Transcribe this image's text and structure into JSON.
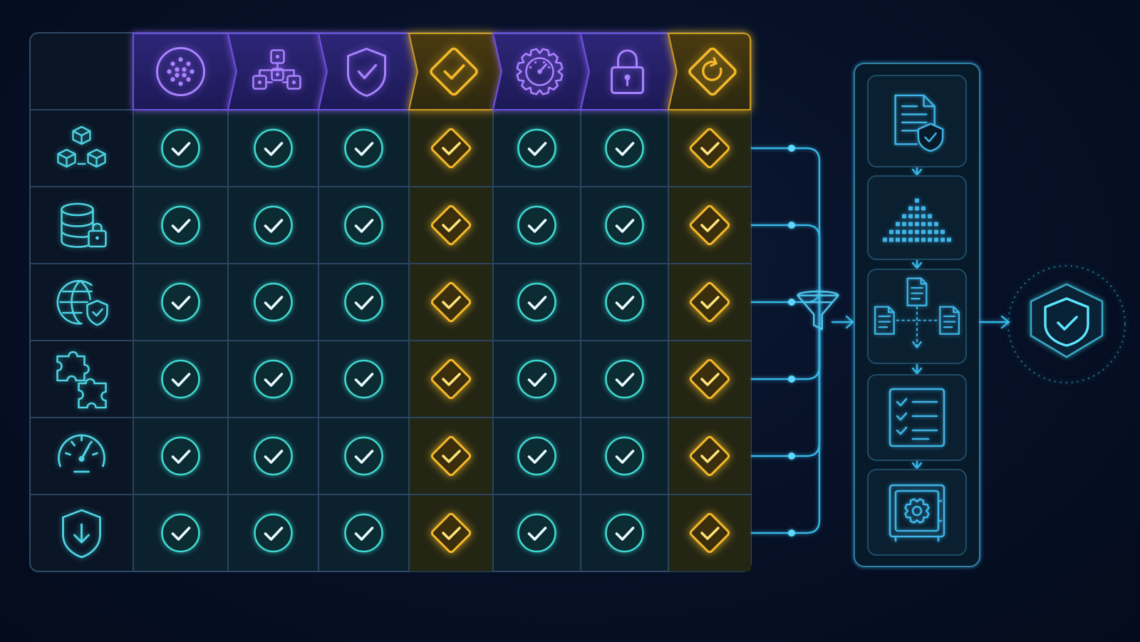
{
  "colors": {
    "background": "#061026",
    "grid_border": "#2b4a66",
    "header_purple": "#2a2470",
    "header_purple_stroke": "#8f6bff",
    "gold": "#f4b82a",
    "gold_fill": "#3a3410",
    "teal": "#3fd8d0",
    "teal_fill": "#0b2a33",
    "pipeline_blue": "#34b8e8"
  },
  "matrix": {
    "columns": [
      {
        "icon": "network-nodes-icon",
        "variant": "standard"
      },
      {
        "icon": "hierarchy-diagram-icon",
        "variant": "standard"
      },
      {
        "icon": "shield-check-icon",
        "variant": "standard"
      },
      {
        "icon": "diamond-check-icon",
        "variant": "highlight"
      },
      {
        "icon": "gear-gauge-icon",
        "variant": "standard"
      },
      {
        "icon": "padlock-icon",
        "variant": "standard"
      },
      {
        "icon": "diamond-refresh-icon",
        "variant": "highlight"
      }
    ],
    "rows": [
      {
        "icon": "cubes-icon"
      },
      {
        "icon": "database-lock-icon"
      },
      {
        "icon": "globe-shield-icon"
      },
      {
        "icon": "puzzle-pieces-icon"
      },
      {
        "icon": "speedometer-icon"
      },
      {
        "icon": "shield-download-icon"
      }
    ],
    "cells": [
      [
        "check",
        "check",
        "check",
        "check",
        "check",
        "check",
        "check"
      ],
      [
        "check",
        "check",
        "check",
        "check",
        "check",
        "check",
        "check"
      ],
      [
        "check",
        "check",
        "check",
        "check",
        "check",
        "check",
        "check"
      ],
      [
        "check",
        "check",
        "check",
        "check",
        "check",
        "check",
        "check"
      ],
      [
        "check",
        "check",
        "check",
        "check",
        "check",
        "check",
        "check"
      ],
      [
        "check",
        "check",
        "check",
        "check",
        "check",
        "check",
        "check"
      ]
    ]
  },
  "connector": {
    "icon": "funnel-icon"
  },
  "pipeline": {
    "stages": [
      {
        "icon": "document-shield-icon"
      },
      {
        "icon": "dot-pyramid-icon"
      },
      {
        "icon": "document-split-icon"
      },
      {
        "icon": "checklist-icon"
      },
      {
        "icon": "vault-gear-icon"
      }
    ]
  },
  "result": {
    "icon": "shield-check-badge-icon"
  }
}
